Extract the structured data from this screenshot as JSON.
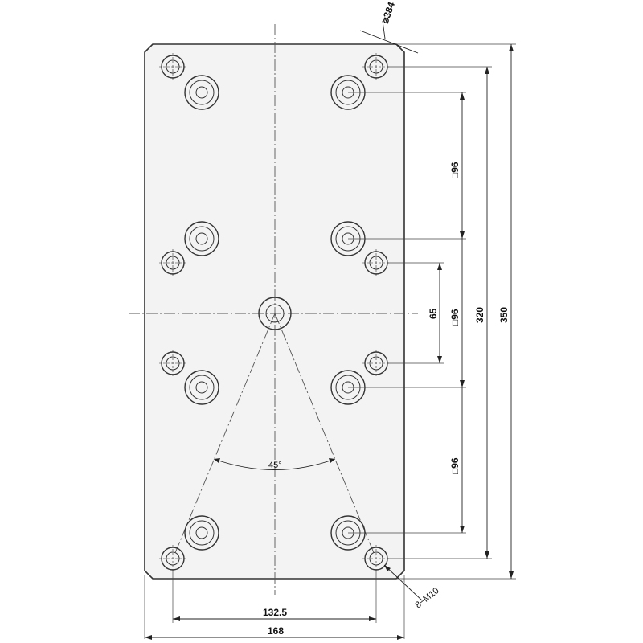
{
  "drawing": {
    "dimensions": {
      "diameter_label": "⌀384",
      "width_outer": "168",
      "width_inner": "132.5",
      "height_outer": "350",
      "height_inner": "320",
      "square_top": "□96",
      "square_mid": "□96",
      "square_bottom": "□96",
      "offset_mid": "65",
      "angle": "45°",
      "thread_callout": "8−M10"
    }
  }
}
